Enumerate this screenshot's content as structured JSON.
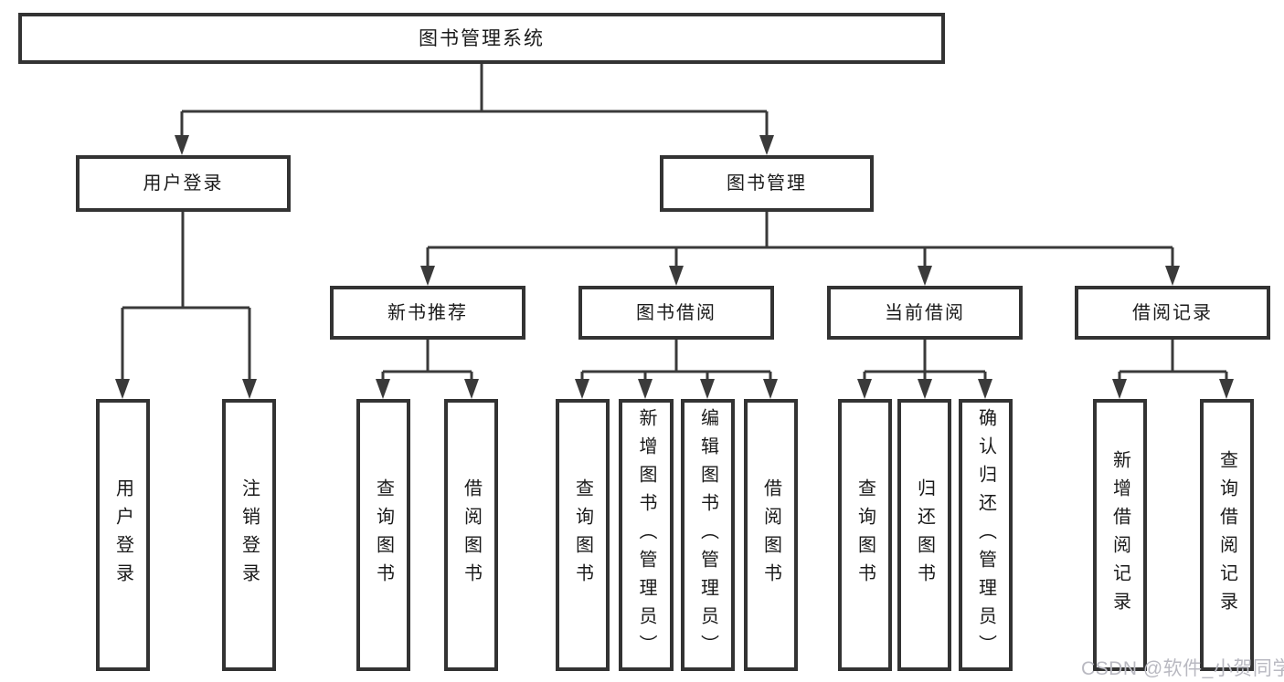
{
  "tree": {
    "root": {
      "label": "图书管理系统"
    },
    "level2": [
      {
        "label": "用户登录"
      },
      {
        "label": "图书管理"
      }
    ],
    "level3": [
      {
        "label": "新书推荐"
      },
      {
        "label": "图书借阅"
      },
      {
        "label": "当前借阅"
      },
      {
        "label": "借阅记录"
      }
    ],
    "leaves": {
      "login": [
        {
          "label": "用户登录"
        },
        {
          "label": "注销登录"
        }
      ],
      "recommend": [
        {
          "label": "查询图书"
        },
        {
          "label": "借阅图书"
        }
      ],
      "borrow": [
        {
          "label": "查询图书"
        },
        {
          "label": "新增图书（管理员）"
        },
        {
          "label": "编辑图书（管理员）"
        },
        {
          "label": "借阅图书"
        }
      ],
      "current": [
        {
          "label": "查询图书"
        },
        {
          "label": "归还图书"
        },
        {
          "label": "确认归还（管理员）"
        }
      ],
      "records": [
        {
          "label": "新增借阅记录"
        },
        {
          "label": "查询借阅记录"
        }
      ]
    }
  },
  "watermark": {
    "text": "CSDN @软件_小贺同学"
  },
  "colors": {
    "line": "#3a3a3a",
    "border": "#333333",
    "background": "#ffffff",
    "text": "#1a1a1a",
    "watermark": "#b9b9c1"
  }
}
